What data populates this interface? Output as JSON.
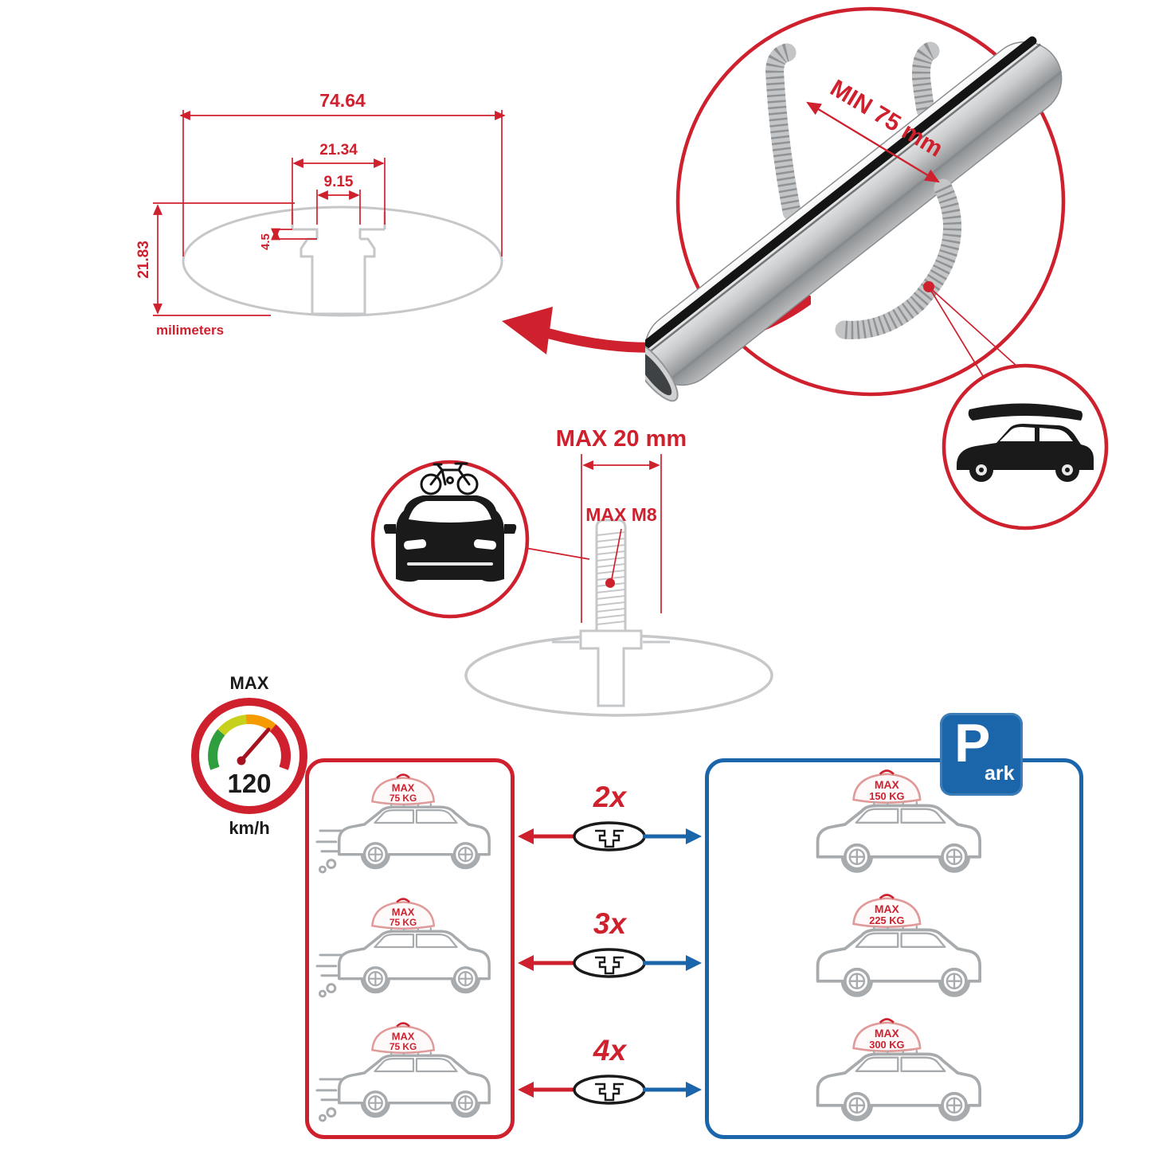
{
  "colors": {
    "red": "#cf202e",
    "blue": "#1b66ab",
    "gray": "#c6c7c9",
    "dark": "#1a1a1a",
    "car_gray": "#a7abae",
    "bag_pink": "#e19a9a"
  },
  "dimensions": {
    "total_width": "74.64",
    "slot_outer_width": "21.34",
    "slot_inner_width": "9.15",
    "slot_depth": "4.5",
    "total_height": "21.83",
    "units": "milimeters"
  },
  "clamp": {
    "min_span": "MIN 75 mm"
  },
  "bolt": {
    "max_length": "MAX 20 mm",
    "max_thread": "MAX M8"
  },
  "speed": {
    "label": "MAX",
    "value": "120",
    "unit": "km/h"
  },
  "left_panel": {
    "cars": [
      {
        "load_label": "MAX",
        "load_value": "75 KG"
      },
      {
        "load_label": "MAX",
        "load_value": "75 KG"
      },
      {
        "load_label": "MAX",
        "load_value": "75 KG"
      }
    ]
  },
  "multipliers": [
    {
      "label": "2x"
    },
    {
      "label": "3x"
    },
    {
      "label": "4x"
    }
  ],
  "right_panel": {
    "cars": [
      {
        "load_label": "MAX",
        "load_value": "150 KG"
      },
      {
        "load_label": "MAX",
        "load_value": "225 KG"
      },
      {
        "load_label": "MAX",
        "load_value": "300 KG"
      }
    ]
  },
  "park_sign": {
    "letter": "P",
    "suffix": "ark"
  }
}
